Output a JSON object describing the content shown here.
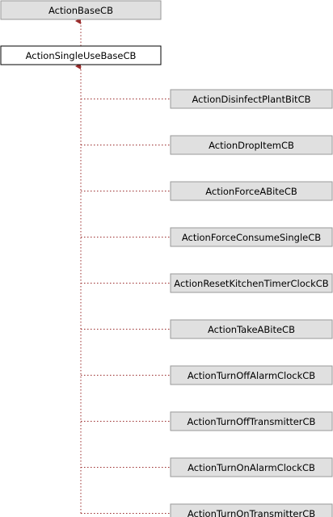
{
  "diagram": {
    "base_class": {
      "label": "ActionBaseCB"
    },
    "focus_class": {
      "label": "ActionSingleUseBaseCB"
    },
    "derived_classes": [
      {
        "label": "ActionDisinfectPlantBitCB"
      },
      {
        "label": "ActionDropItemCB"
      },
      {
        "label": "ActionForceABiteCB"
      },
      {
        "label": "ActionForceConsumeSingleCB"
      },
      {
        "label": "ActionResetKitchenTimerClockCB"
      },
      {
        "label": "ActionTakeABiteCB"
      },
      {
        "label": "ActionTurnOffAlarmClockCB"
      },
      {
        "label": "ActionTurnOffTransmitterCB"
      },
      {
        "label": "ActionTurnOnAlarmClockCB"
      },
      {
        "label": "ActionTurnOnTransmitterCB"
      }
    ],
    "colors": {
      "node_fill": "#e0e0e0",
      "node_border": "#999999",
      "focus_fill": "#ffffff",
      "focus_border": "#000000",
      "edge": "#9a2b2b"
    }
  }
}
